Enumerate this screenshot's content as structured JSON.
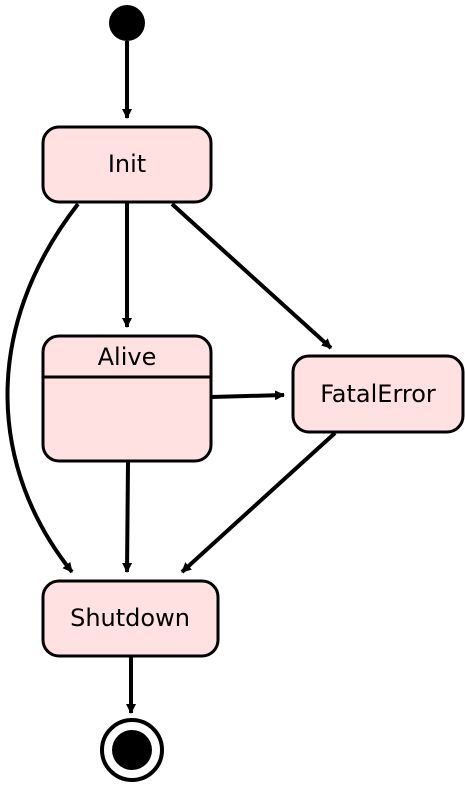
{
  "diagram": {
    "type": "uml-state-machine",
    "states": {
      "init": {
        "label": "Init"
      },
      "alive": {
        "label": "Alive"
      },
      "fatal_error": {
        "label": "FatalError"
      },
      "shutdown": {
        "label": "Shutdown"
      }
    },
    "pseudostates": {
      "initial": "initial-node",
      "final": "final-node"
    },
    "transitions": [
      {
        "from": "initial",
        "to": "Init"
      },
      {
        "from": "Init",
        "to": "Alive"
      },
      {
        "from": "Init",
        "to": "FatalError"
      },
      {
        "from": "Init",
        "to": "Shutdown"
      },
      {
        "from": "Alive",
        "to": "FatalError"
      },
      {
        "from": "Alive",
        "to": "Shutdown"
      },
      {
        "from": "FatalError",
        "to": "Shutdown"
      },
      {
        "from": "Shutdown",
        "to": "final"
      }
    ],
    "colors": {
      "state_fill": "#ffe1e1",
      "stroke": "#000000",
      "background": "#ffffff"
    }
  }
}
